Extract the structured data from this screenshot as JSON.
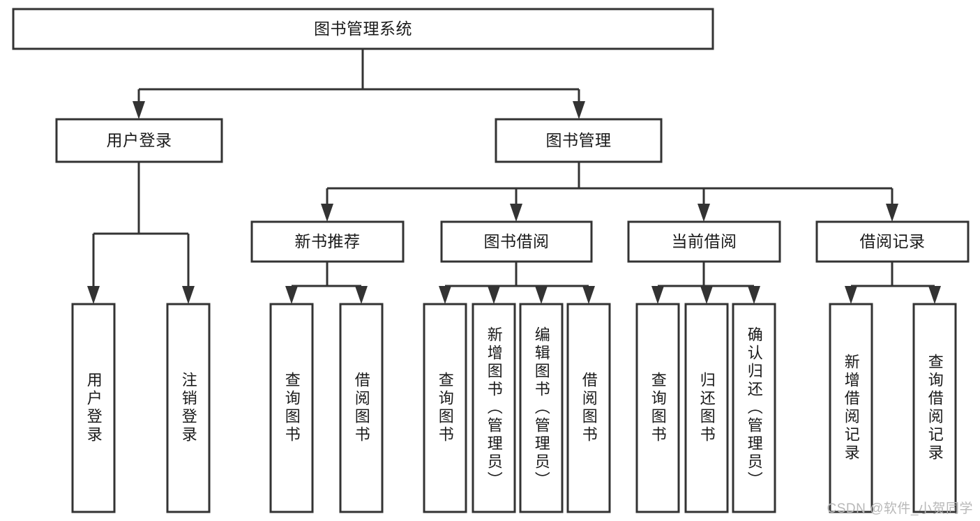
{
  "diagram": {
    "title": "图书管理系统",
    "type": "tree-hierarchy",
    "watermark": "CSDN @软件_小贺同学",
    "colors": {
      "stroke": "#333333",
      "box_fill": "#ffffff",
      "text": "#1a1a1a",
      "background": "#ffffff",
      "watermark": "#b8b8b8"
    },
    "nodes": {
      "root": {
        "label": "图书管理系统",
        "level": 1,
        "orientation": "horizontal"
      },
      "l2_0": {
        "label": "用户登录",
        "level": 2,
        "orientation": "horizontal"
      },
      "l2_1": {
        "label": "图书管理",
        "level": 2,
        "orientation": "horizontal"
      },
      "l3_0": {
        "label": "新书推荐",
        "level": 3,
        "orientation": "horizontal"
      },
      "l3_1": {
        "label": "图书借阅",
        "level": 3,
        "orientation": "horizontal"
      },
      "l3_2": {
        "label": "当前借阅",
        "level": 3,
        "orientation": "horizontal"
      },
      "l3_3": {
        "label": "借阅记录",
        "level": 3,
        "orientation": "horizontal"
      },
      "leaf_0": {
        "label": "用户登录",
        "level": 4,
        "orientation": "vertical"
      },
      "leaf_1": {
        "label": "注销登录",
        "level": 4,
        "orientation": "vertical"
      },
      "leaf_2": {
        "label": "查询图书",
        "level": 4,
        "orientation": "vertical"
      },
      "leaf_3": {
        "label": "借阅图书",
        "level": 4,
        "orientation": "vertical"
      },
      "leaf_4": {
        "label": "查询图书",
        "level": 4,
        "orientation": "vertical"
      },
      "leaf_5": {
        "label": "新增图书（管理员）",
        "level": 4,
        "orientation": "vertical"
      },
      "leaf_6": {
        "label": "编辑图书（管理员）",
        "level": 4,
        "orientation": "vertical"
      },
      "leaf_7": {
        "label": "借阅图书",
        "level": 4,
        "orientation": "vertical"
      },
      "leaf_8": {
        "label": "查询图书",
        "level": 4,
        "orientation": "vertical"
      },
      "leaf_9": {
        "label": "归还图书",
        "level": 4,
        "orientation": "vertical"
      },
      "leaf_10": {
        "label": "确认归还（管理员）",
        "level": 4,
        "orientation": "vertical"
      },
      "leaf_11": {
        "label": "新增借阅记录",
        "level": 4,
        "orientation": "vertical"
      },
      "leaf_12": {
        "label": "查询借阅记录",
        "level": 4,
        "orientation": "vertical"
      }
    },
    "edges": [
      {
        "from": "root",
        "to": "l2_0"
      },
      {
        "from": "root",
        "to": "l2_1"
      },
      {
        "from": "l2_0",
        "to": "leaf_0"
      },
      {
        "from": "l2_0",
        "to": "leaf_1"
      },
      {
        "from": "l2_1",
        "to": "l3_0"
      },
      {
        "from": "l2_1",
        "to": "l3_1"
      },
      {
        "from": "l2_1",
        "to": "l3_2"
      },
      {
        "from": "l2_1",
        "to": "l3_3"
      },
      {
        "from": "l3_0",
        "to": "leaf_2"
      },
      {
        "from": "l3_0",
        "to": "leaf_3"
      },
      {
        "from": "l3_1",
        "to": "leaf_4"
      },
      {
        "from": "l3_1",
        "to": "leaf_5"
      },
      {
        "from": "l3_1",
        "to": "leaf_6"
      },
      {
        "from": "l3_1",
        "to": "leaf_7"
      },
      {
        "from": "l3_2",
        "to": "leaf_8"
      },
      {
        "from": "l3_2",
        "to": "leaf_9"
      },
      {
        "from": "l3_2",
        "to": "leaf_10"
      },
      {
        "from": "l3_3",
        "to": "leaf_11"
      },
      {
        "from": "l3_3",
        "to": "leaf_12"
      }
    ]
  }
}
